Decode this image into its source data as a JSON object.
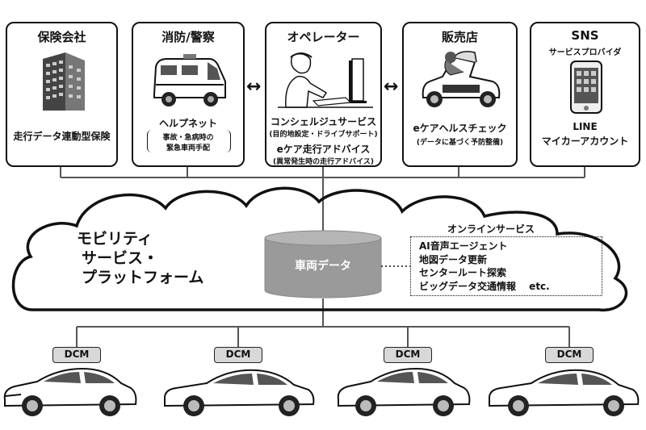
{
  "boxes": {
    "insurance": {
      "title": "保険会社",
      "text": "走行データ連動型保険"
    },
    "fire": {
      "title": "消防/警察",
      "text": "ヘルプネット",
      "note_line1": "事故・急病時の",
      "note_line2": "緊急車両手配"
    },
    "operator": {
      "title": "オペレーター",
      "concierge": "コンシェルジュサービス",
      "concierge_sub": "(目的地設定・ドライブサポート)",
      "advice": "eケア走行アドバイス",
      "advice_sub": "(異常発生時の走行アドバイス)"
    },
    "dealer": {
      "title": "販売店",
      "text": "eケアヘルスチェック",
      "sub": "(データに基づく予防整備)"
    },
    "sns": {
      "title": "SNS",
      "subtitle": "サービスプロバイダ",
      "line1": "LINE",
      "line2": "マイカーアカウント"
    }
  },
  "platform": {
    "line1": "モビリティ",
    "line2": "サービス・",
    "line3": "プラットフォーム"
  },
  "database": {
    "label": "車両データ"
  },
  "online": {
    "title": "オンラインサービス",
    "items": [
      "AI音声エージェント",
      "地図データ更新",
      "センタールート探索",
      "ビッグデータ交通情報　 etc."
    ]
  },
  "dcm": {
    "label": "DCM"
  },
  "icons": {
    "arrow": "double-arrow-icon"
  }
}
